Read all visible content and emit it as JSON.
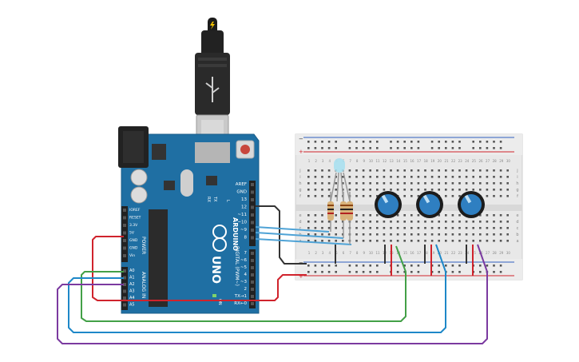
{
  "arduino": {
    "brand": "ARDUINO",
    "model": "UNO",
    "digital_label": "DIGITAL (PWM~)",
    "power_label": "POWER",
    "analog_label": "ANALOG IN",
    "tx_label": "TX",
    "rx_label": "RX",
    "l_label": "L",
    "on_label": "ON",
    "top_pins": [
      {
        "label": "AREF"
      },
      {
        "label": "GND"
      },
      {
        "label": "13"
      },
      {
        "label": "12"
      },
      {
        "label": "~11"
      },
      {
        "label": "~10"
      },
      {
        "label": "~9"
      },
      {
        "label": "8"
      }
    ],
    "bottom_digital_pins": [
      {
        "label": "7"
      },
      {
        "label": "~6"
      },
      {
        "label": "~5"
      },
      {
        "label": "4"
      },
      {
        "label": "~3"
      },
      {
        "label": "2"
      },
      {
        "label": "TX→1"
      },
      {
        "label": "RX←0"
      }
    ],
    "power_pins": [
      {
        "label": "IOREF"
      },
      {
        "label": "RESET"
      },
      {
        "label": "3.3V"
      },
      {
        "label": "5V"
      },
      {
        "label": "GND"
      },
      {
        "label": "GND"
      },
      {
        "label": "Vin"
      }
    ],
    "analog_pins": [
      {
        "label": "A0"
      },
      {
        "label": "A1"
      },
      {
        "label": "A2"
      },
      {
        "label": "A3"
      },
      {
        "label": "A4"
      },
      {
        "label": "A5"
      }
    ]
  },
  "breadboard": {
    "rail_minus": "−",
    "rail_plus": "+",
    "row_letters_top": [
      "j",
      "i",
      "h",
      "g",
      "f"
    ],
    "row_letters_bottom": [
      "e",
      "d",
      "c",
      "b",
      "a"
    ],
    "column_labels": [
      "1",
      "2",
      "3",
      "4",
      "5",
      "6",
      "7",
      "8",
      "9",
      "10",
      "11",
      "12",
      "13",
      "14",
      "15",
      "16",
      "17",
      "18",
      "19",
      "20",
      "21",
      "22",
      "23",
      "24",
      "25",
      "26",
      "27",
      "28",
      "29",
      "30"
    ]
  },
  "wire_colors": {
    "red": "#d0232c",
    "black": "#333333",
    "green": "#43a047",
    "blue": "#1e88c8",
    "purple": "#7b3aa0",
    "signal": "#4fa3d6"
  },
  "components": {
    "led": "RGB LED",
    "resistor_count": 3,
    "potentiometer_count": 3
  }
}
